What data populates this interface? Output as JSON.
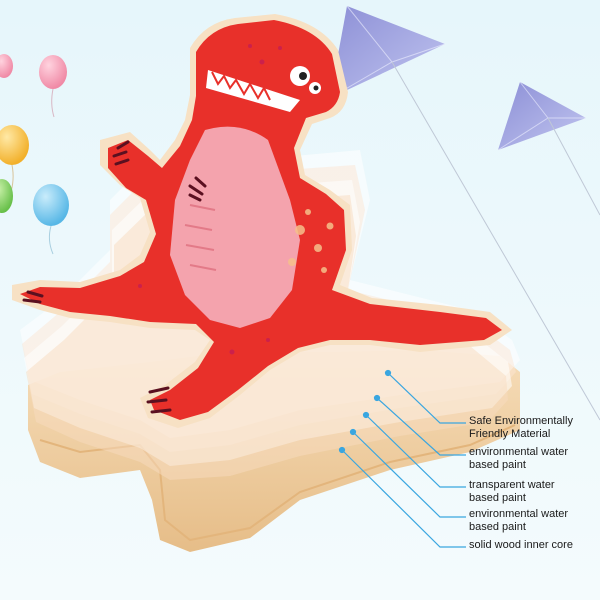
{
  "layers": [
    {
      "line1": "Safe Environmentally",
      "line2": "Friendly Material"
    },
    {
      "line1": "environmental water",
      "line2": "based paint"
    },
    {
      "line1": "transparent water",
      "line2": "based paint"
    },
    {
      "line1": "environmental water",
      "line2": "based paint"
    },
    {
      "line1": "solid wood inner core",
      "line2": ""
    }
  ],
  "colors": {
    "background": "#e9f7fb",
    "dino_red": "#e8302a",
    "dino_belly": "#f4a3ad",
    "wood": "#f1d2a8",
    "leader_line": "#3aa6e0"
  }
}
